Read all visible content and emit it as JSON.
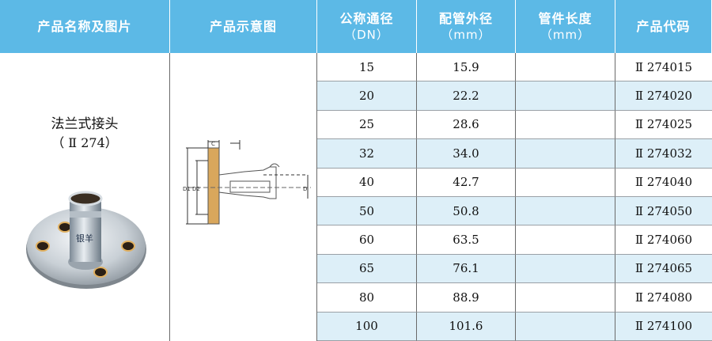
{
  "headers": {
    "name": "产品名称及图片",
    "diagram": "产品示意图",
    "dn": "公称通径",
    "dn_unit": "（DN）",
    "od": "配管外径",
    "od_unit": "（mm）",
    "length": "管件长度",
    "length_unit": "（mm）",
    "code": "产品代码"
  },
  "product": {
    "name": "法兰式接头",
    "code": "（ Ⅱ 274）",
    "logo_text": "银羊"
  },
  "diagram_labels": {
    "c": "C",
    "d1": "D1",
    "d2": "D2",
    "d": "D"
  },
  "rows": [
    {
      "dn": "15",
      "od": "15.9",
      "length": "",
      "code": "Ⅱ 274015"
    },
    {
      "dn": "20",
      "od": "22.2",
      "length": "",
      "code": "Ⅱ 274020"
    },
    {
      "dn": "25",
      "od": "28.6",
      "length": "",
      "code": "Ⅱ 274025"
    },
    {
      "dn": "32",
      "od": "34.0",
      "length": "",
      "code": "Ⅱ 274032"
    },
    {
      "dn": "40",
      "od": "42.7",
      "length": "",
      "code": "Ⅱ 274040"
    },
    {
      "dn": "50",
      "od": "50.8",
      "length": "",
      "code": "Ⅱ 274050"
    },
    {
      "dn": "60",
      "od": "63.5",
      "length": "",
      "code": "Ⅱ 274060"
    },
    {
      "dn": "65",
      "od": "76.1",
      "length": "",
      "code": "Ⅱ 274065"
    },
    {
      "dn": "80",
      "od": "88.9",
      "length": "",
      "code": "Ⅱ 274080"
    },
    {
      "dn": "100",
      "od": "101.6",
      "length": "",
      "code": "Ⅱ 274100"
    }
  ],
  "colors": {
    "header_bg": "#5cb9e6",
    "stripe_bg": "#ddeff8"
  }
}
